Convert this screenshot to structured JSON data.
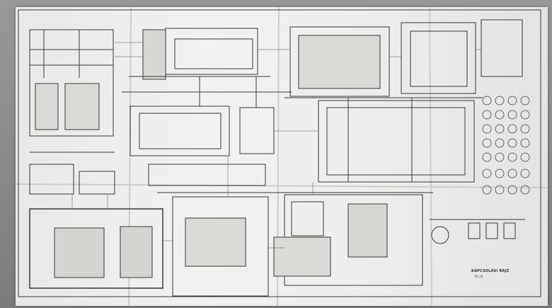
{
  "photo": {
    "subject": "folded-schematic-sheet",
    "icons": [
      "circuit-schematic",
      "transistor-symbol",
      "tube-symbol"
    ],
    "colors": {
      "background": "#8a8886",
      "paper": "#efeeec",
      "ink": "#3a3a3a",
      "fold_shadow": "#c9c7c4"
    }
  },
  "title_block": {
    "line1": "KAPCSOLÁSI RAJZ",
    "line2": "TS-10"
  }
}
